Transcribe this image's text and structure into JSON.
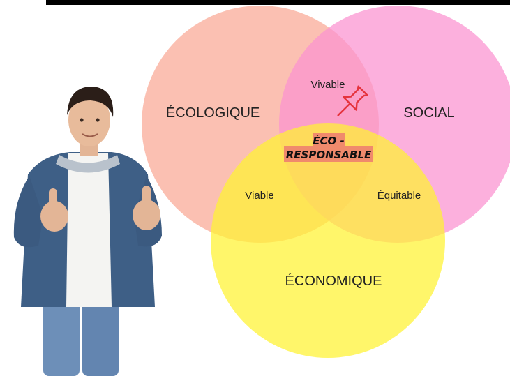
{
  "diagram": {
    "sets": [
      {
        "label": "ÉCOLOGIQUE",
        "color": "#f9a894"
      },
      {
        "label": "SOCIAL",
        "color": "#fb91d0"
      },
      {
        "label": "ÉCONOMIQUE",
        "color": "#fff330"
      }
    ],
    "intersections": {
      "ecologique_social": "Vivable",
      "ecologique_economique": "Viable",
      "social_economique": "Équitable"
    },
    "center": {
      "line1": "ÉCO -",
      "line2": "RESPONSABLE",
      "highlight_color": "#f08a6c"
    },
    "pin_icon": "pushpin-icon",
    "pin_color": "#e5333d"
  },
  "image": {
    "description_icon": "teen-thumbs-up-illustration"
  }
}
